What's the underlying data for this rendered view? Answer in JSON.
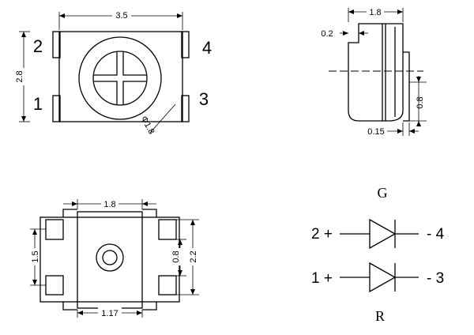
{
  "top_view": {
    "dim_width": "3.5",
    "dim_height": "2.8",
    "dim_diameter": "Φ1.8",
    "pins": [
      "1",
      "2",
      "3",
      "4"
    ]
  },
  "side_view": {
    "dim_width": "1.8",
    "dim_step": "0.2",
    "dim_pad_height": "0.8",
    "dim_pad_depth": "0.15"
  },
  "bottom_view": {
    "dim_top": "1.8",
    "dim_bottom": "1.17",
    "dim_left": "1.5",
    "dim_inner": "0.8",
    "dim_right": "2.2"
  },
  "schematic": {
    "label_top": "G",
    "label_bottom": "R",
    "upper_left": "2 +",
    "upper_right": "- 4",
    "lower_left": "1 +",
    "lower_right": "- 3"
  }
}
